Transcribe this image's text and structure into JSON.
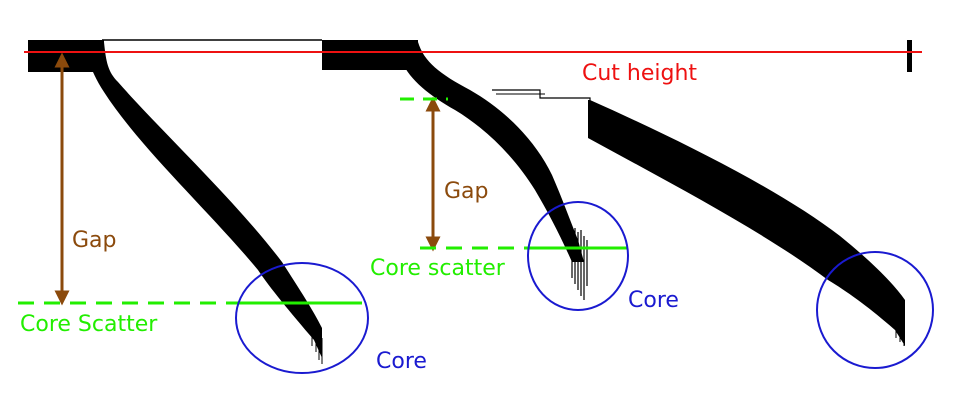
{
  "labels": {
    "cut_height": "Cut height",
    "gap_left": "Gap",
    "gap_middle": "Gap",
    "core_scatter_left": "Core Scatter",
    "core_scatter_middle": "Core scatter",
    "core_left": "Core",
    "core_middle": "Core"
  },
  "colors": {
    "cut_line": "#ee1111",
    "gap_arrow": "#8b4a0c",
    "core_scatter": "#22ee00",
    "core_circle": "#1a1ad0",
    "tree": "#000000"
  }
}
